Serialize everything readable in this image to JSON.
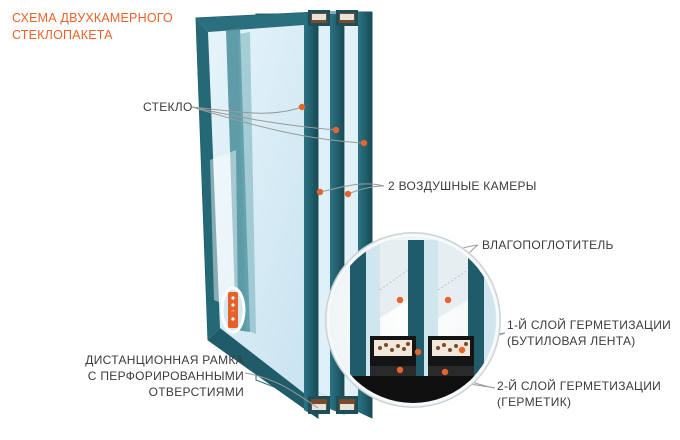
{
  "title": [
    "СХЕМА ДВУХКАМЕРНОГО",
    "СТЕКЛОПАКЕТА"
  ],
  "labels": {
    "glass": "СТЕКЛО",
    "air_chambers": "2 ВОЗДУШНЫЕ КАМЕРЫ",
    "desiccant": "ВЛАГОПОГЛОТИТЕЛЬ",
    "seal1": [
      "1-Й СЛОЙ ГЕРМЕТИЗАЦИИ",
      "(БУТИЛОВАЯ ЛЕНТА)"
    ],
    "spacer": [
      "ДИСТАНЦИОННАЯ РАМКА",
      "С ПЕРФОРИРОВАННЫМИ",
      "ОТВЕРСТИЯМИ"
    ],
    "seal2": [
      "2-Й СЛОЙ ГЕРМЕТИЗАЦИИ",
      "(ГЕРМЕТИК)"
    ]
  },
  "colors": {
    "accent": "#e8632b",
    "frame": "#1f5b68",
    "glass": "#d7ecf6",
    "text": "#3b3b3b"
  }
}
